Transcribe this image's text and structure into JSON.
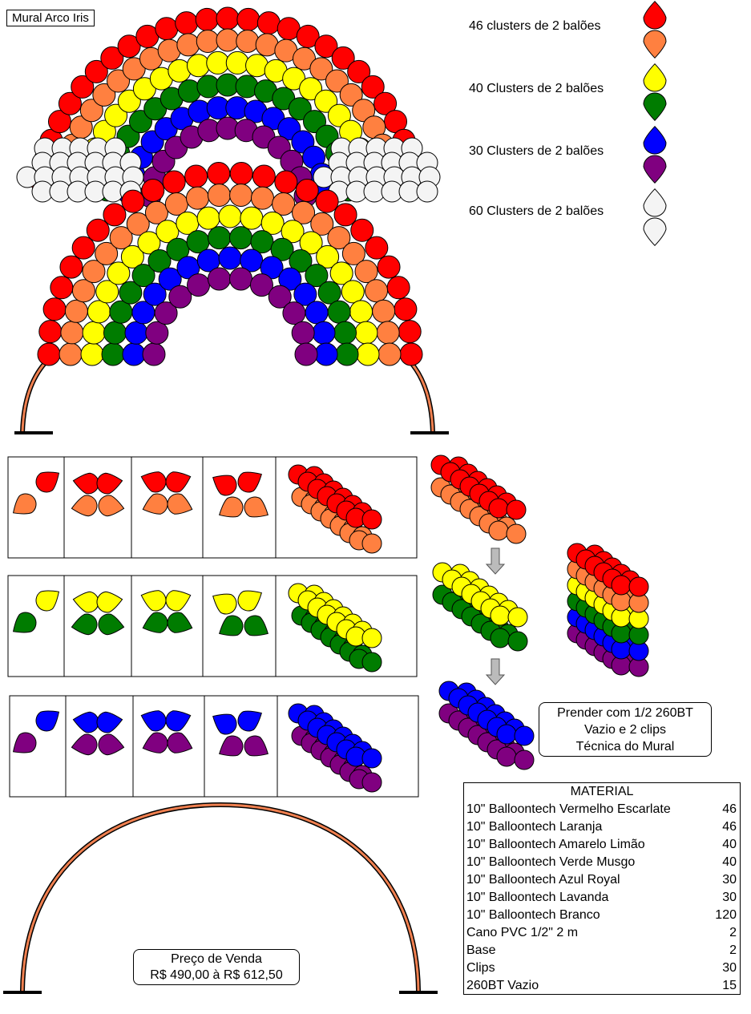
{
  "title": "Mural Arco Iris",
  "colors": {
    "red": "#ff0000",
    "orange": "#ff8040",
    "yellow": "#ffff00",
    "green": "#007c00",
    "blue": "#0000ff",
    "purple": "#800080",
    "white": "#f4f4f4",
    "pipe": "#f08050"
  },
  "legend": [
    {
      "label": "46 clusters de 2 balões",
      "top_color": "red",
      "bottom_color": "orange"
    },
    {
      "label": "40 Clusters de 2 balões",
      "top_color": "yellow",
      "bottom_color": "green"
    },
    {
      "label": "30 Clusters de 2 balões",
      "top_color": "blue",
      "bottom_color": "purple"
    },
    {
      "label": "60 Clusters de 2 balões",
      "top_color": "white",
      "bottom_color": "white"
    }
  ],
  "assembly_rows": [
    {
      "top_color": "red",
      "bottom_color": "orange"
    },
    {
      "top_color": "yellow",
      "bottom_color": "green"
    },
    {
      "top_color": "blue",
      "bottom_color": "purple"
    }
  ],
  "note": {
    "line1": "Prender com 1/2 260BT",
    "line2": "Vazio e 2 clips",
    "line3": "Técnica do Mural"
  },
  "price": {
    "label": "Preço de Venda",
    "value": "R$ 490,00 à R$ 612,50"
  },
  "material": {
    "title": "MATERIAL",
    "items": [
      {
        "name": "10\" Balloontech Vermelho Escarlate",
        "qty": "46"
      },
      {
        "name": "10\" Balloontech Laranja",
        "qty": "46"
      },
      {
        "name": "10\" Balloontech Amarelo Limão",
        "qty": "40"
      },
      {
        "name": "10\" Balloontech Verde Musgo",
        "qty": "40"
      },
      {
        "name": "10\" Balloontech Azul Royal",
        "qty": "30"
      },
      {
        "name": "10\" Balloontech Lavanda",
        "qty": "30"
      },
      {
        "name": "10\" Balloontech Branco",
        "qty": "120"
      },
      {
        "name": "Cano PVC 1/2\" 2 m",
        "qty": "2"
      },
      {
        "name": "Base",
        "qty": "2"
      },
      {
        "name": "Clips",
        "qty": "30"
      },
      {
        "name": "260BT Vazio",
        "qty": "15"
      }
    ]
  }
}
